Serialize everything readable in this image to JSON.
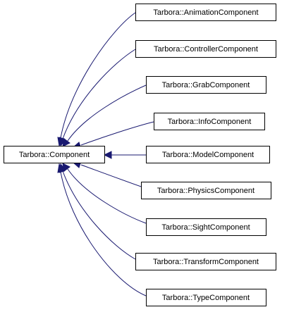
{
  "diagram": {
    "base": {
      "label": "Tarbora::Component"
    },
    "derived": [
      {
        "label": "Tarbora::AnimationComponent"
      },
      {
        "label": "Tarbora::ControllerComponent"
      },
      {
        "label": "Tarbora::GrabComponent"
      },
      {
        "label": "Tarbora::InfoComponent"
      },
      {
        "label": "Tarbora::ModelComponent"
      },
      {
        "label": "Tarbora::PhysicsComponent"
      },
      {
        "label": "Tarbora::SightComponent"
      },
      {
        "label": "Tarbora::TransformComponent"
      },
      {
        "label": "Tarbora::TypeComponent"
      }
    ],
    "colors": {
      "edge": "#191970",
      "box_border": "#000000",
      "box_fill": "#ffffff",
      "background": "#ffffff"
    }
  }
}
